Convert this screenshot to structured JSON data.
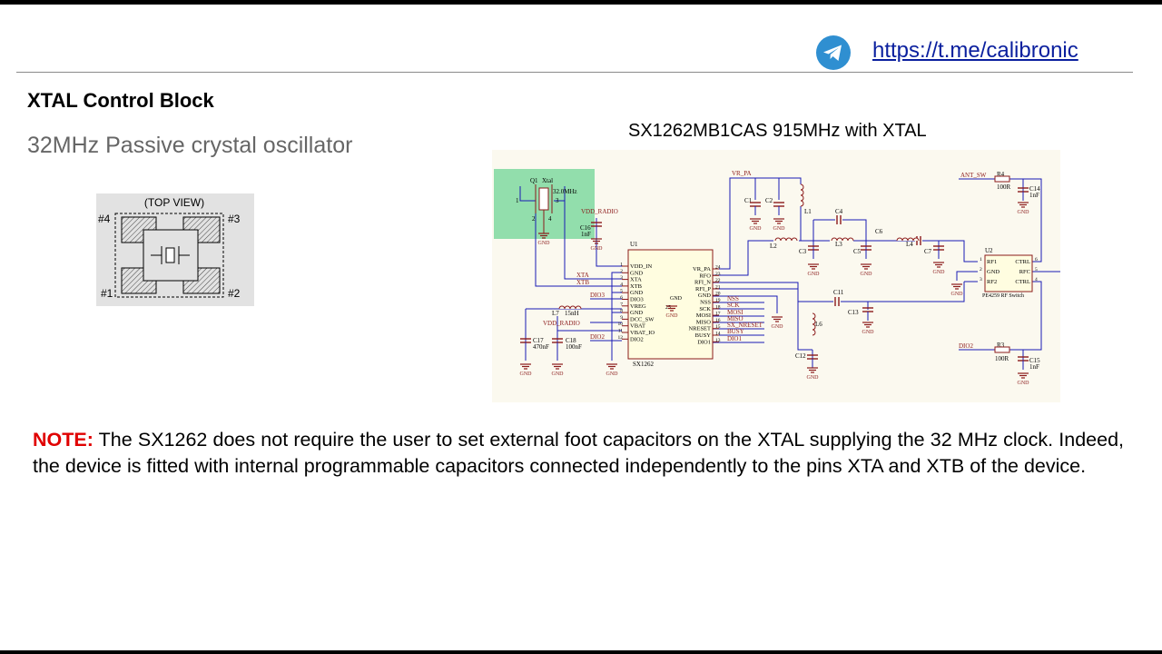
{
  "header": {
    "link_text": "https://t.me/calibronic",
    "telegram_icon": "telegram-icon"
  },
  "slide": {
    "title": "XTAL Control Block",
    "subtitle": "32MHz Passive crystal oscillator"
  },
  "package": {
    "view_label": "(TOP VIEW)",
    "pins": [
      "#4",
      "#3",
      "#1",
      "#2"
    ]
  },
  "schematic": {
    "title": "SX1262MB1CAS 915MHz with XTAL",
    "crystal": {
      "ref": "Q1",
      "name": "Xtal",
      "freq": "32.0MHz",
      "pin1": "1",
      "pin2": "2",
      "pin3": "3",
      "pin4": "4"
    },
    "u1": {
      "ref": "U1",
      "part": "SX1262",
      "left_pins": [
        "VDD_IN",
        "GND",
        "XTA",
        "XTB",
        "GND",
        "DIO3",
        "VREG",
        "GND",
        "DCC_SW",
        "VBAT",
        "VBAT_IO",
        "DIO2"
      ],
      "left_nums": [
        "1",
        "2",
        "3",
        "4",
        "5",
        "6",
        "7",
        "8",
        "9",
        "10",
        "11",
        "12"
      ],
      "right_pins": [
        "VR_PA",
        "RFO",
        "RFI_N",
        "RFI_P",
        "GND",
        "NSS",
        "SCK",
        "MOSI",
        "MISO",
        "NRESET",
        "BUSY",
        "DIO1"
      ],
      "right_nums": [
        "24",
        "23",
        "22",
        "21",
        "20",
        "19",
        "18",
        "17",
        "16",
        "15",
        "14",
        "13"
      ],
      "center_gnd": "GND",
      "center_num": "25"
    },
    "u2": {
      "ref": "U2",
      "part": "PE4259 RF Switch",
      "left_pins": [
        "RF1",
        "GND",
        "RF2"
      ],
      "left_nums": [
        "1",
        "2",
        "3"
      ],
      "right_pins": [
        "CTRL",
        "RFC",
        "CTRL"
      ],
      "right_nums": [
        "6",
        "5",
        "4"
      ]
    },
    "nets": {
      "vdd_radio": "VDD_RADIO",
      "vr_pa": "VR_PA",
      "xta": "XTA",
      "xtb": "XTB",
      "dio3": "DIO3",
      "dio2": "DIO2",
      "dio2b": "DIO2",
      "ant_sw": "ANT_SW",
      "dio2c": "DIO2",
      "nss": "NSS",
      "sck": "SCK",
      "mosi": "MOSI",
      "miso": "MISO",
      "sx_nreset": "SX_NRESET",
      "busy": "BUSY",
      "dio1": "DIO1",
      "vdd_radio2": "VDD_RADIO"
    },
    "gnd_label": "GND",
    "parts": {
      "c16": "C16",
      "c16v": "1nF",
      "c17": "C17",
      "c17v": "470nF",
      "c18": "C18",
      "c18v": "100nF",
      "l7": "L7",
      "l7v": "15nH",
      "c1": "C1",
      "c2": "C2",
      "l1": "L1",
      "l2": "L2",
      "c3": "C3",
      "c4": "C4",
      "c5": "C5",
      "c6": "C6",
      "c7": "C7",
      "l3": "L3",
      "l4": "L4",
      "l6": "L6",
      "c11": "C11",
      "c12": "C12",
      "c13": "C13",
      "r4": "R4",
      "r4v": "100R",
      "c14": "C14",
      "c14v": "1nF",
      "r3": "R3",
      "r3v": "100R",
      "c15": "C15",
      "c15v": "1nF"
    },
    "colors": {
      "wire": "#1a1ab4",
      "part": "#8b1a1a",
      "highlight": "#7fd9a0",
      "bg": "#fbf9ef"
    }
  },
  "note": {
    "label": "NOTE:",
    "text": " The SX1262 does not require the user to set external foot capacitors on the XTAL supplying the 32 MHz clock. Indeed, the device is fitted with internal programmable capacitors connected independently to the pins XTA and XTB of the device."
  }
}
